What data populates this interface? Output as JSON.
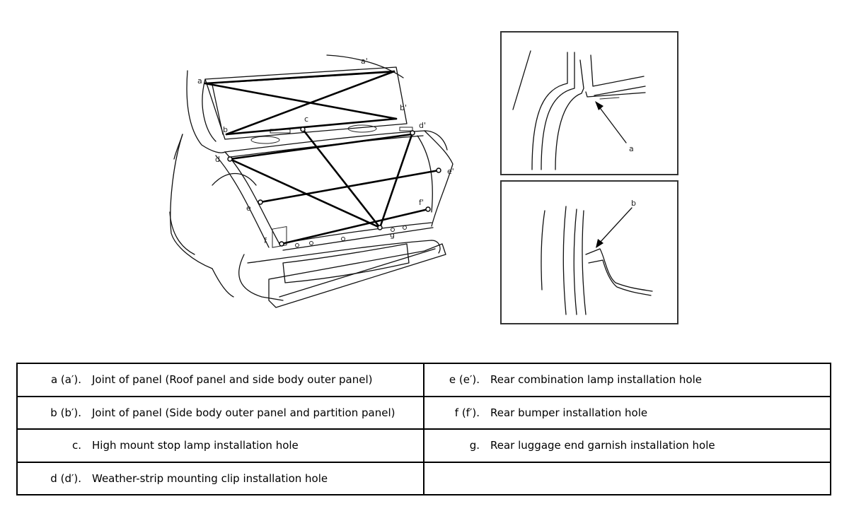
{
  "diagram": {
    "labels": {
      "a": "a",
      "a_prime": "a'",
      "b": "b",
      "b_prime": "b'",
      "c": "c",
      "d": "d",
      "d_prime": "d'",
      "e": "e",
      "e_prime": "e'",
      "f": "f",
      "f_prime": "f'",
      "g": "g"
    },
    "inset_top_label": "a",
    "inset_bottom_label": "b"
  },
  "legend": {
    "rows": [
      {
        "left_key": "a (a′).",
        "left_desc": "Joint of panel (Roof panel and side body outer panel)",
        "right_key": "e (e′).",
        "right_desc": "Rear combination lamp installation hole"
      },
      {
        "left_key": "b (b′).",
        "left_desc": "Joint of panel (Side body outer panel and partition panel)",
        "right_key": "f (f′).",
        "right_desc": "Rear bumper installation hole"
      },
      {
        "left_key": "c.",
        "left_desc": "High mount stop lamp installation hole",
        "right_key": "g.",
        "right_desc": "Rear luggage end garnish installation hole"
      },
      {
        "left_key": "d (d′).",
        "left_desc": "Weather-strip mounting clip installation hole",
        "right_key": "",
        "right_desc": ""
      }
    ]
  }
}
